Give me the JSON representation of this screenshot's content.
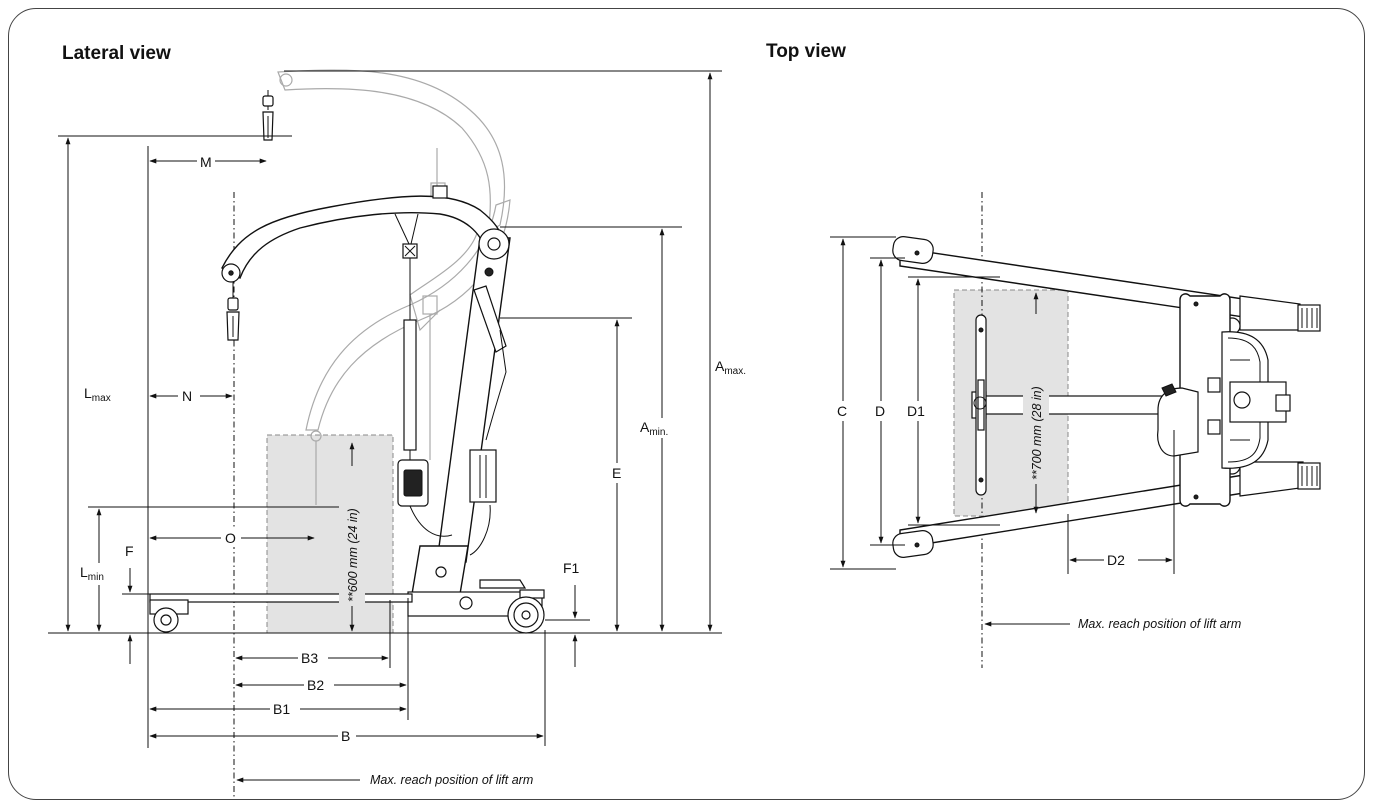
{
  "titles": {
    "lateral": "Lateral view",
    "top": "Top view"
  },
  "labels": {
    "A_max": "A",
    "A_max_sub": "max.",
    "A_min": "A",
    "A_min_sub": "min.",
    "L_max": "L",
    "L_max_sub": "max",
    "L_min": "L",
    "L_min_sub": "min",
    "M": "M",
    "N": "N",
    "O": "O",
    "E": "E",
    "F": "F",
    "F1": "F1",
    "B": "B",
    "B1": "B1",
    "B2": "B2",
    "B3": "B3",
    "C": "C",
    "D": "D",
    "D1": "D1",
    "D2": "D2"
  },
  "zones": {
    "lateral_zone": "**600 mm (24 in)",
    "top_zone": "**700 mm (28 in)"
  },
  "notes": {
    "lateral_reach": "Max. reach position of lift arm",
    "top_reach": "Max. reach position of lift arm"
  },
  "colors": {
    "line": "#111111",
    "ghost_line": "#aaaaaa",
    "zone_fill": "#e3e3e3",
    "zone_stroke": "#8a8a8a"
  }
}
